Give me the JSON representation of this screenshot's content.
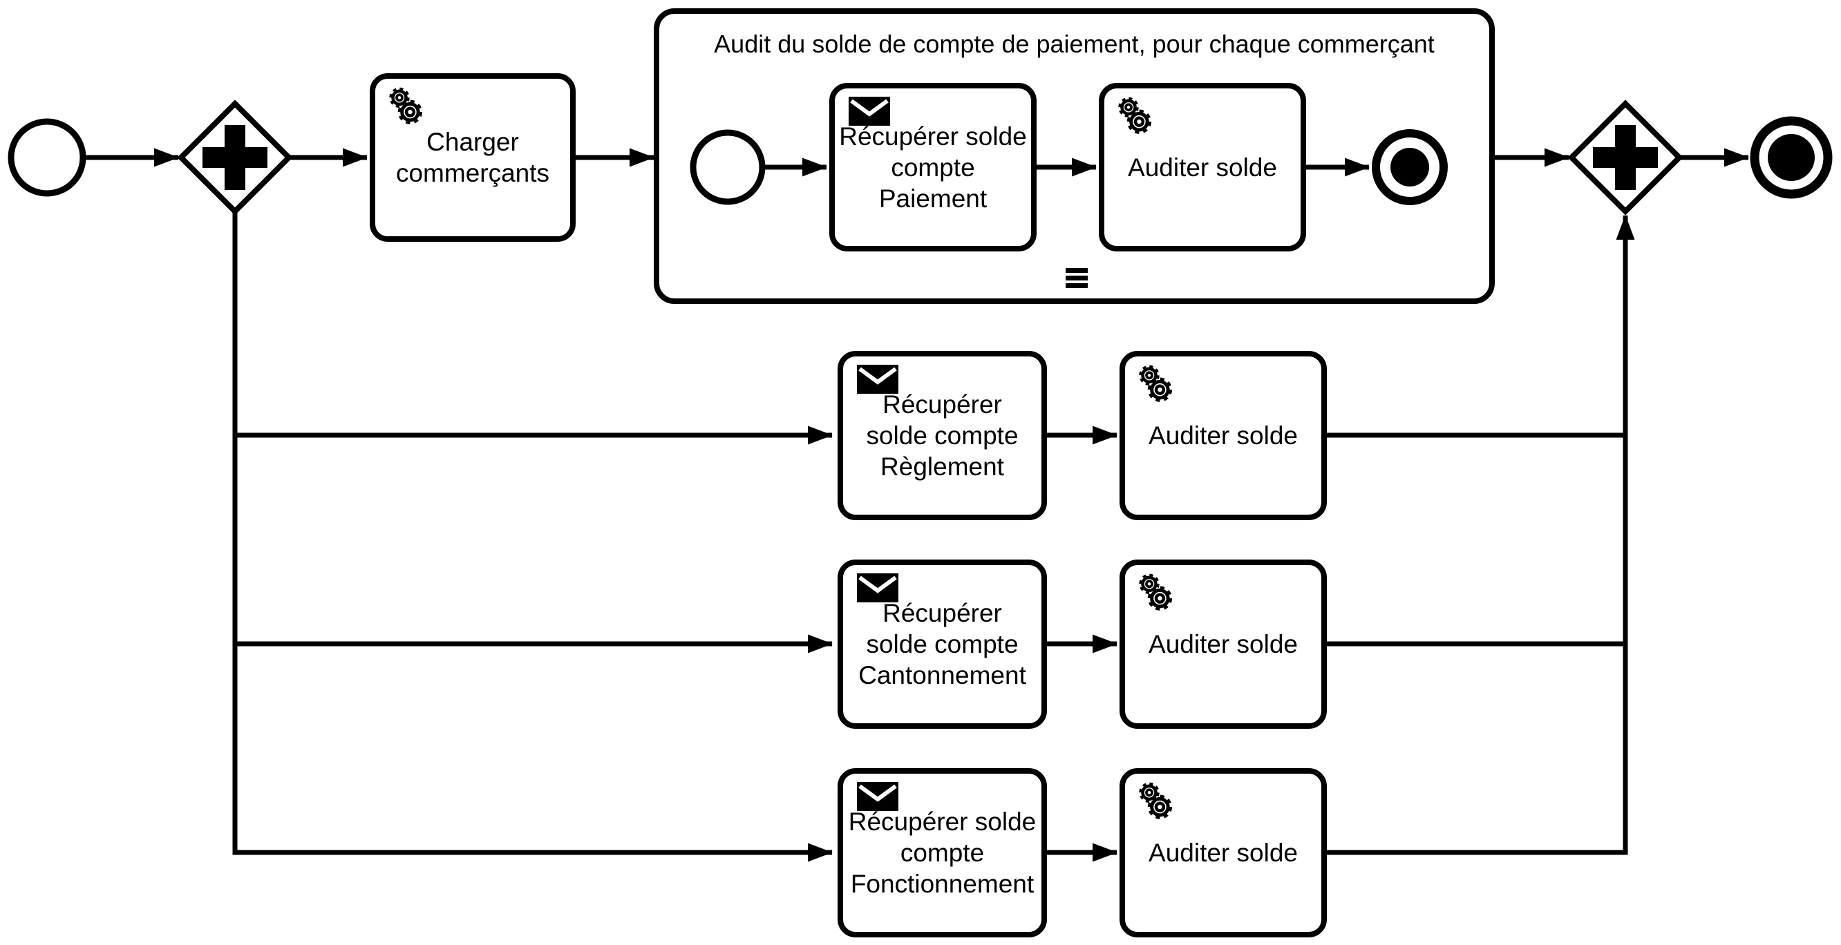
{
  "bpmn": {
    "background_color": "#ffffff",
    "stroke_color": "#000000",
    "events": {
      "start": "start-event",
      "end": "end-event",
      "subprocess_start": "start-event",
      "subprocess_end": "end-event"
    },
    "gateways": {
      "split": "parallel-gateway-plus",
      "join": "parallel-gateway-plus"
    },
    "tasks": {
      "charger": {
        "label": "Charger\ncommerçants",
        "icon": "service-gears-icon"
      },
      "recuperer_reglement": {
        "label": "Récupérer\nsolde compte\nRèglement",
        "icon": "message-envelope-icon"
      },
      "auditer_reglement": {
        "label": "Auditer solde",
        "icon": "service-gears-icon"
      },
      "recuperer_cantonnement": {
        "label": "Récupérer\nsolde compte\nCantonnement",
        "icon": "message-envelope-icon"
      },
      "auditer_cantonnement": {
        "label": "Auditer solde",
        "icon": "service-gears-icon"
      },
      "recuperer_fonctionnement": {
        "label": "Récupérer solde\ncompte\nFonctionnement",
        "icon": "message-envelope-icon"
      },
      "auditer_fonctionnement": {
        "label": "Auditer solde",
        "icon": "service-gears-icon"
      }
    },
    "subprocess": {
      "title": "Audit du solde de compte de paiement, pour chaque commerçant",
      "marker": "sequential-multi-instance",
      "tasks": {
        "recuperer_paiement": {
          "label": "Récupérer solde\ncompte\nPaiement",
          "icon": "message-envelope-icon"
        },
        "auditer_solde": {
          "label": "Auditer solde",
          "icon": "service-gears-icon"
        }
      }
    }
  }
}
